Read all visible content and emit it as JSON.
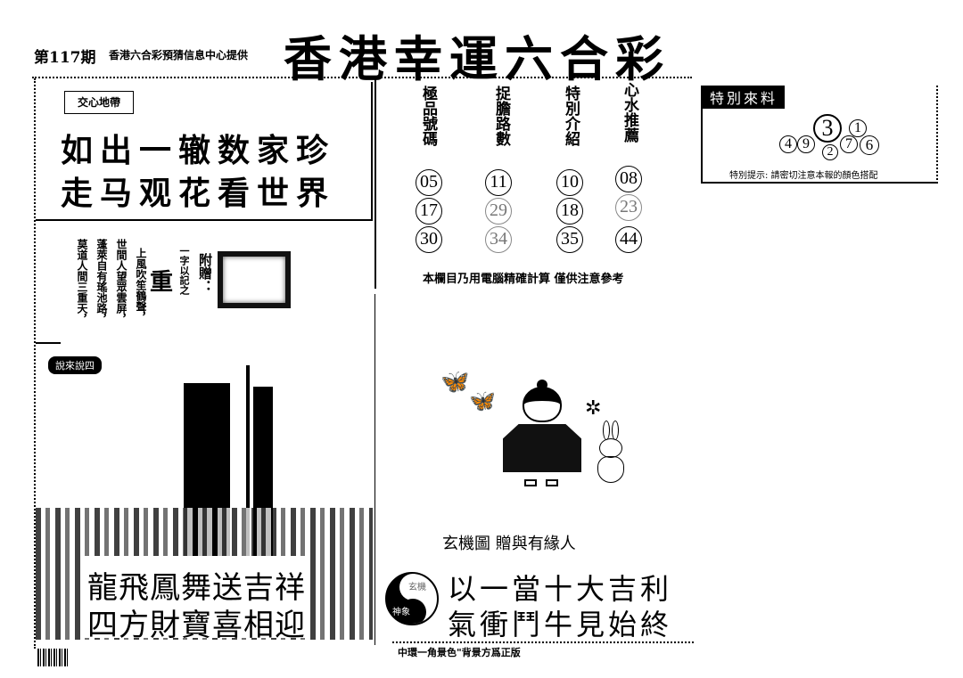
{
  "header": {
    "issue": "第117期",
    "provider": "香港六合彩預猜信息中心提供",
    "title": "香港幸運六合彩"
  },
  "left_top": {
    "tag": "交心地帶",
    "line1": "如出一辙数家珍",
    "line2": "走马观花看世界"
  },
  "poem": {
    "columns": [
      "上風吹笙鶴聲，",
      "世間人望眾雲屏，",
      "蓬萊自有瑤池路，",
      "莫道人間三重天，"
    ],
    "answer": "重",
    "hint": "一字以記之",
    "gift_label": "附贈："
  },
  "picture": {
    "tag": "說來說四",
    "line1": "龍飛鳳舞送吉祥",
    "line2": "四方財寶喜相迎"
  },
  "numbers": {
    "columns": [
      {
        "header": "極品號碼",
        "values": [
          "05",
          "17",
          "30"
        ]
      },
      {
        "header": "捉膽路數",
        "values": [
          "11",
          "29",
          "34"
        ]
      },
      {
        "header": "特別介紹",
        "values": [
          "10",
          "18",
          "35"
        ]
      },
      {
        "header": "心水推薦",
        "values": [
          "08",
          "23",
          "44"
        ]
      }
    ],
    "note": "本欄目乃用電腦精確計算 僅供注意參考"
  },
  "special": {
    "title": "特別來料",
    "balls": [
      "4",
      "9",
      "3",
      "2",
      "7",
      "1",
      "6"
    ],
    "tip": "特別提示: 請密切注意本報的顏色搭配"
  },
  "xuanji": {
    "title": "玄機圖 贈與有緣人",
    "yinyang_top": "玄機",
    "yinyang_bottom": "神象",
    "line1": "以一當十大吉利",
    "line2": "氣衝鬥牛見始終"
  },
  "footer": {
    "note": "中環一角景色\"背景方爲正版"
  }
}
